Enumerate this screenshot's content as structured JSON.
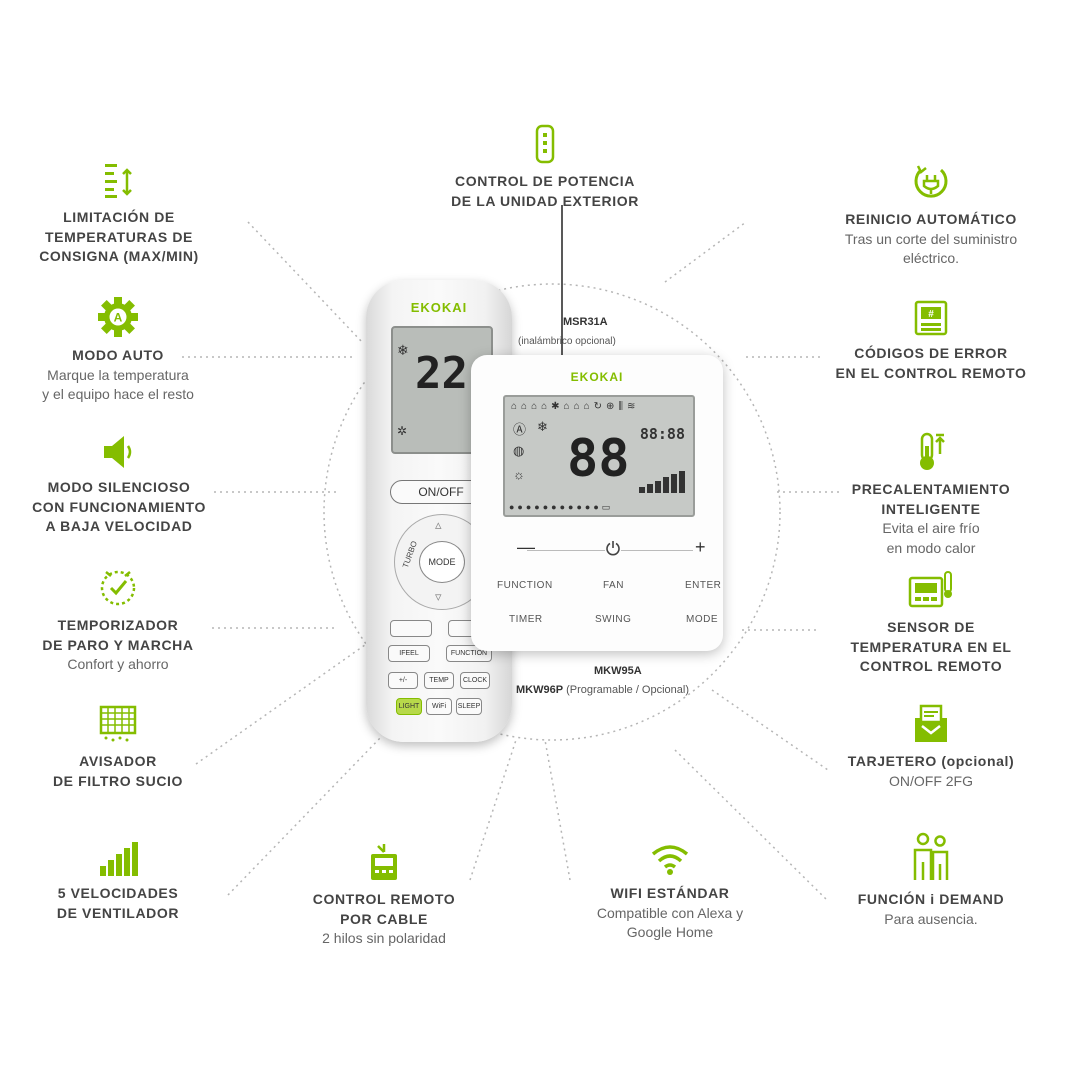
{
  "accent_color": "#84bd00",
  "features": {
    "limitacion": {
      "icon": "temperature-limit-icon",
      "title": "LIMITACIÓN DE\nTEMPERATURAS DE\nCONSIGNA (MAX/MIN)"
    },
    "control_potencia": {
      "icon": "outdoor-unit-power-icon",
      "title": "CONTROL DE POTENCIA\nDE LA UNIDAD EXTERIOR"
    },
    "reinicio": {
      "icon": "auto-restart-icon",
      "title": "REINICIO AUTOMÁTICO",
      "desc": "Tras un corte del suministro\neléctrico."
    },
    "modo_auto": {
      "icon": "auto-mode-gear-icon",
      "title": "MODO AUTO",
      "desc": "Marque la temperatura\ny el equipo hace el resto"
    },
    "codigos_error": {
      "icon": "error-codes-icon",
      "title": "CÓDIGOS DE ERROR\nEN EL CONTROL REMOTO"
    },
    "silencioso": {
      "icon": "speaker-icon",
      "title": "MODO SILENCIOSO\nCON FUNCIONAMIENTO\nA BAJA VELOCIDAD"
    },
    "precalentamiento": {
      "icon": "thermometer-icon",
      "title": "PRECALENTAMIENTO\nINTELIGENTE",
      "desc": "Evita el aire frío\nen modo calor"
    },
    "temporizador": {
      "icon": "timer-clock-icon",
      "title": "TEMPORIZADOR\nDE PARO Y MARCHA",
      "desc": "Confort y ahorro"
    },
    "sensor": {
      "icon": "remote-sensor-icon",
      "title": "SENSOR DE\nTEMPERATURA EN EL\nCONTROL REMOTO"
    },
    "avisador": {
      "icon": "dirty-filter-icon",
      "title": "AVISADOR\nDE FILTRO SUCIO"
    },
    "tarjetero": {
      "icon": "card-holder-icon",
      "title": "TARJETERO (opcional)",
      "desc": "ON/OFF 2FG"
    },
    "velocidades": {
      "icon": "signal-bars-icon",
      "title": "5 VELOCIDADES\nDE VENTILADOR"
    },
    "cable": {
      "icon": "wired-remote-icon",
      "title": "CONTROL REMOTO\nPOR CABLE",
      "desc": "2 hilos sin polaridad"
    },
    "wifi": {
      "icon": "wifi-icon",
      "title": "WIFI ESTÁNDAR",
      "desc": "Compatible con Alexa y\nGoogle Home"
    },
    "demand": {
      "icon": "people-demand-icon",
      "title": "FUNCIÓN i DEMAND",
      "desc": "Para ausencia."
    }
  },
  "remote": {
    "brand": "EKOKAI",
    "display_temp": "22",
    "onoff": "ON/OFF",
    "mode": "MODE",
    "turbo": "TURBO",
    "buttons": [
      "IFEEL",
      "FUNCTION",
      "TEMP",
      "CLOCK",
      "LIGHT",
      "WiFi",
      "SLEEP"
    ]
  },
  "wall": {
    "brand": "EKOKAI",
    "display_big": "88",
    "display_small": "88:88",
    "labels": [
      "FUNCTION",
      "FAN",
      "ENTER",
      "TIMER",
      "SWING",
      "MODE"
    ]
  },
  "models": {
    "msr": "MSR31A",
    "msr_note": "(inalámbrico opcional)",
    "mkw95": "MKW95A",
    "mkw96": "MKW96P",
    "mkw96_note": " (Programable / Opcional)"
  }
}
